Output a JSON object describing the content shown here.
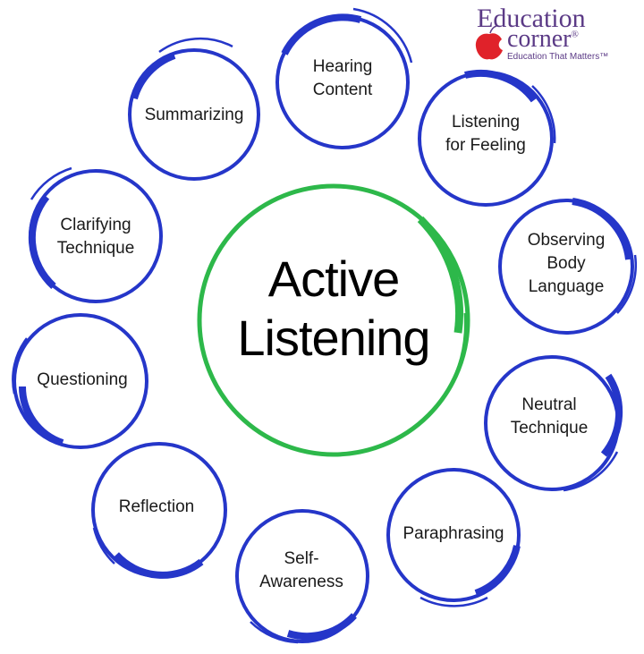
{
  "title": "Active Listening",
  "center": {
    "line1": "Active",
    "line2": "Listening",
    "color": "#2db84a"
  },
  "ring_color": "#2536c9",
  "nodes": [
    {
      "id": "hearing-content",
      "lines": [
        "Hearing",
        "Content"
      ]
    },
    {
      "id": "listening-for-feeling",
      "lines": [
        "Listening",
        "for Feeling"
      ]
    },
    {
      "id": "observing-body-language",
      "lines": [
        "Observing",
        "Body",
        "Language"
      ]
    },
    {
      "id": "neutral-technique",
      "lines": [
        "Neutral",
        "Technique"
      ]
    },
    {
      "id": "paraphrasing",
      "lines": [
        "Paraphrasing"
      ]
    },
    {
      "id": "self-awareness",
      "lines": [
        "Self-",
        "Awareness"
      ]
    },
    {
      "id": "reflection",
      "lines": [
        "Reflection"
      ]
    },
    {
      "id": "questioning",
      "lines": [
        "Questioning"
      ]
    },
    {
      "id": "clarifying-technique",
      "lines": [
        "Clarifying",
        "Technique"
      ]
    },
    {
      "id": "summarizing",
      "lines": [
        "Summarizing"
      ]
    }
  ],
  "logo": {
    "title": "Education",
    "subtitle": "corner",
    "registered": "®",
    "tagline": "Education That Matters™",
    "text_color": "#5b3a86",
    "apple_color": "#e0222a"
  }
}
